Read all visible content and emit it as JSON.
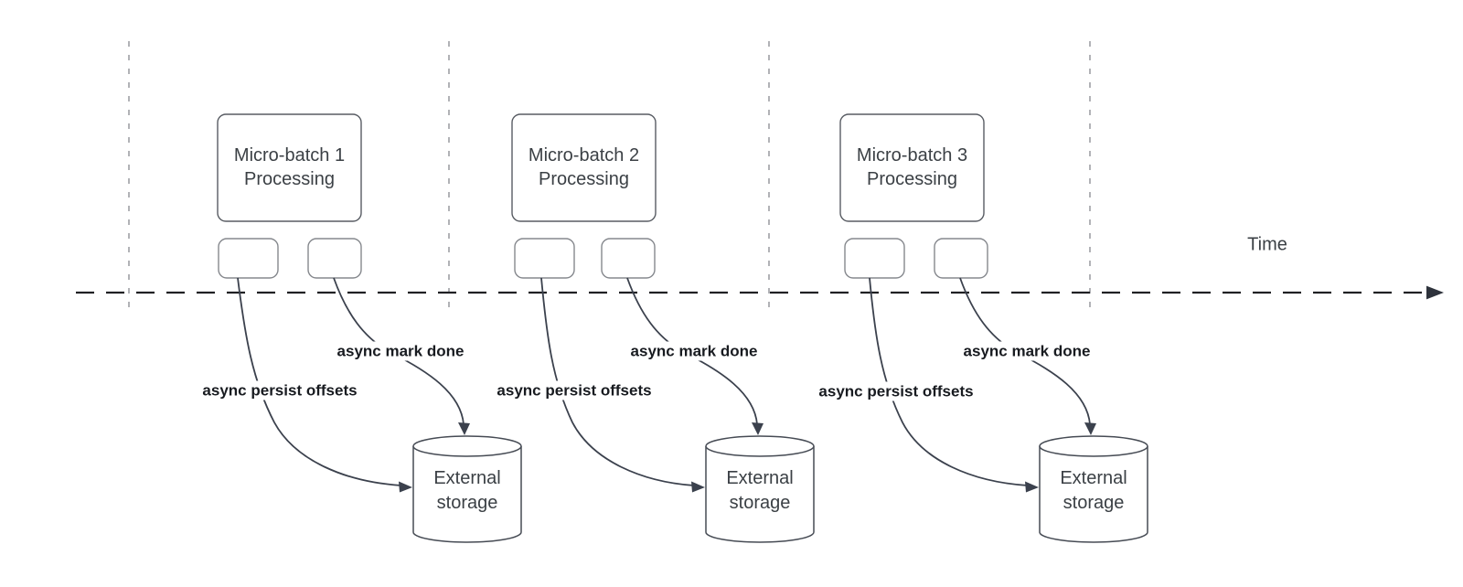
{
  "diagram": {
    "time_axis": {
      "label": "Time"
    },
    "groups": [
      {
        "name": "micro-batch-1",
        "title_line1": "Micro-batch 1",
        "title_line2": "Processing",
        "persist_label": "async persist offsets",
        "done_label": "async mark done",
        "storage_line1": "External",
        "storage_line2": "storage"
      },
      {
        "name": "micro-batch-2",
        "title_line1": "Micro-batch 2",
        "title_line2": "Processing",
        "persist_label": "async persist offsets",
        "done_label": "async mark done",
        "storage_line1": "External",
        "storage_line2": "storage"
      },
      {
        "name": "micro-batch-3",
        "title_line1": "Micro-batch 3",
        "title_line2": "Processing",
        "persist_label": "async persist offsets",
        "done_label": "async mark done",
        "storage_line1": "External",
        "storage_line2": "storage"
      }
    ],
    "colors": {
      "background": "#ffffff",
      "shape_stroke": "#585c63",
      "small_box_stroke": "#85888d",
      "cylinder_stroke": "#464b54",
      "connector_stroke": "#3b414d",
      "axis_stroke": "#202124",
      "gridline_stroke": "#9ea0a5",
      "text": "#3b4045",
      "label_text": "#181b20"
    }
  }
}
